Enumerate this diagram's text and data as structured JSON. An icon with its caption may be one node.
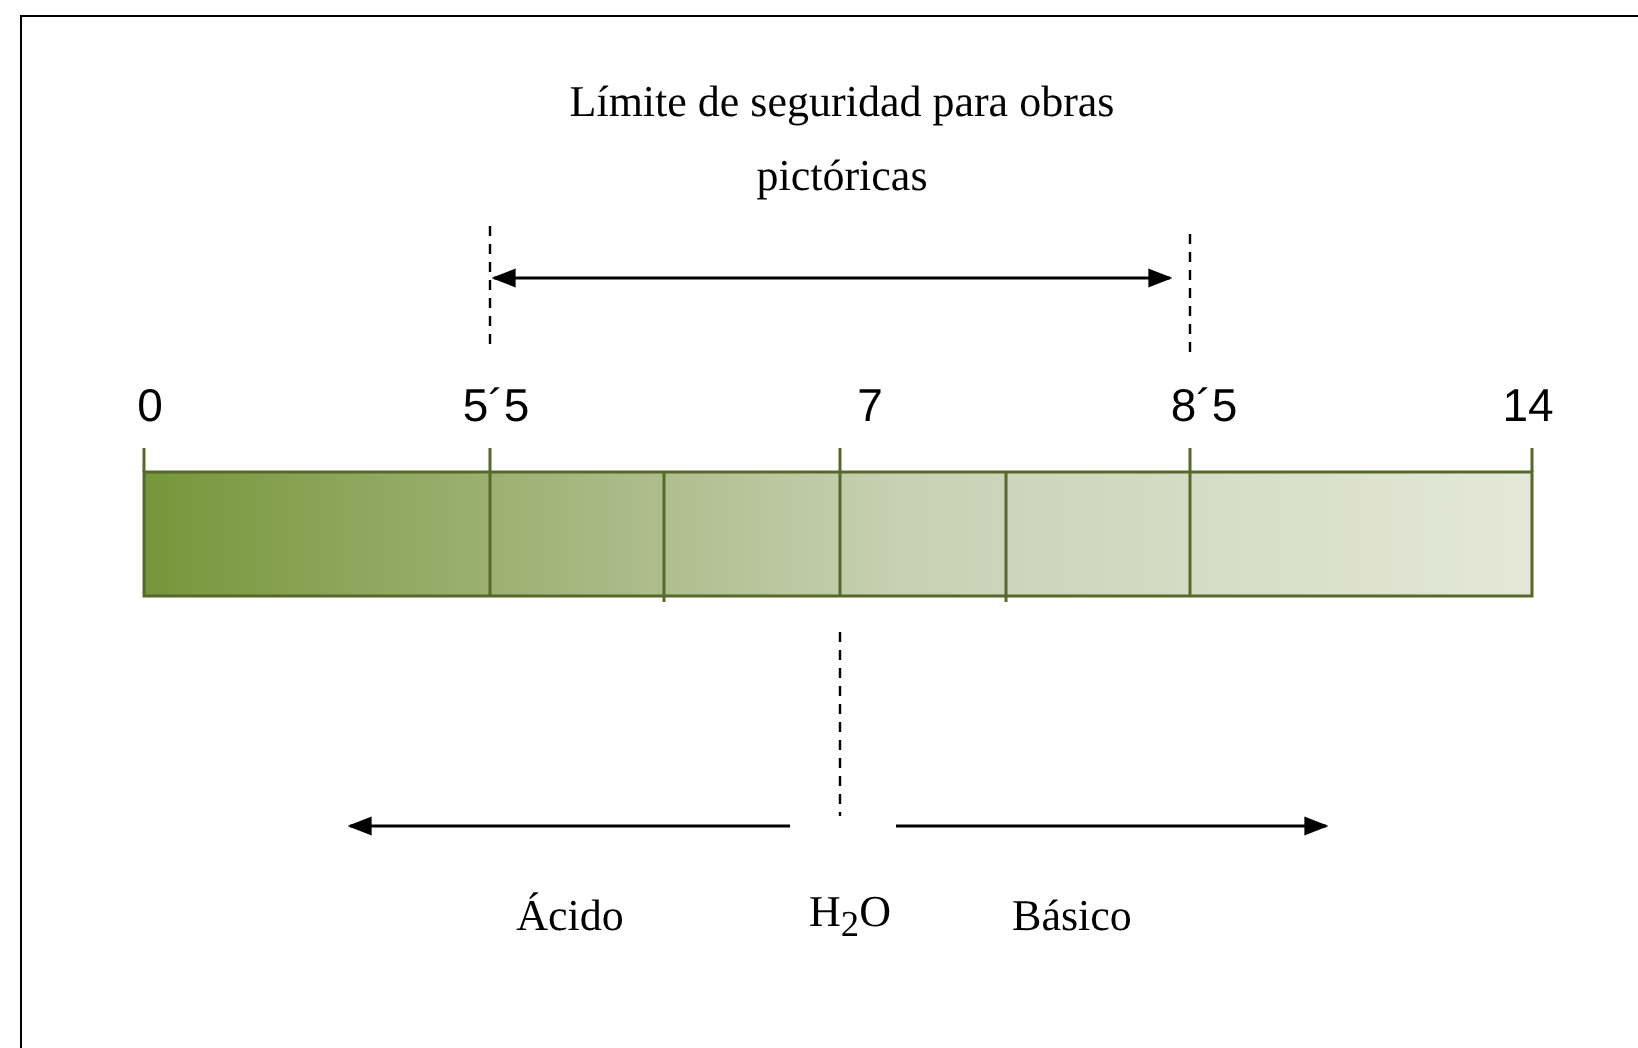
{
  "diagram": {
    "labels": [
      "Límite de seguridad para obras pictóricas",
      "0",
      "5´5",
      "7",
      "8´5",
      "14",
      "Ácido",
      "H$_{2}$O",
      "Básico"
    ]
  }
}
